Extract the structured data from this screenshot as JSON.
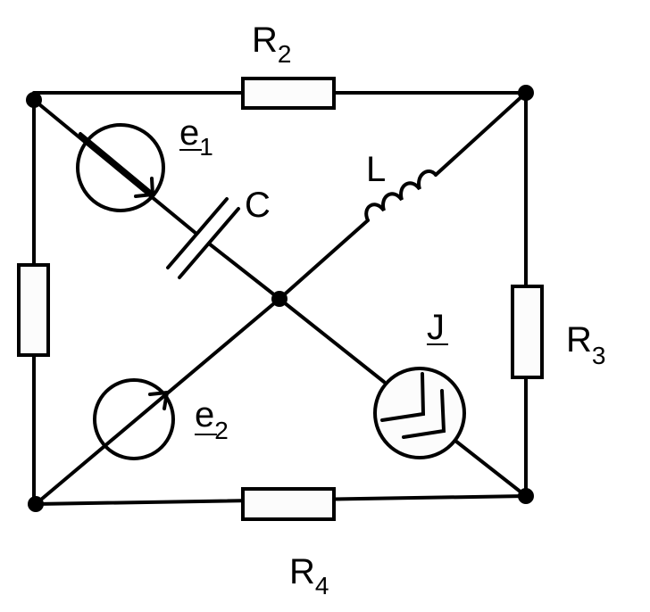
{
  "labels": {
    "r2": {
      "main": "R",
      "sub": "2"
    },
    "r3": {
      "main": "R",
      "sub": "3"
    },
    "r4": {
      "main": "R",
      "sub": "4"
    },
    "e1": {
      "main": "e",
      "sub": "1"
    },
    "e2": {
      "main": "e",
      "sub": "2"
    },
    "c": "C",
    "l": "L",
    "j": "J"
  }
}
